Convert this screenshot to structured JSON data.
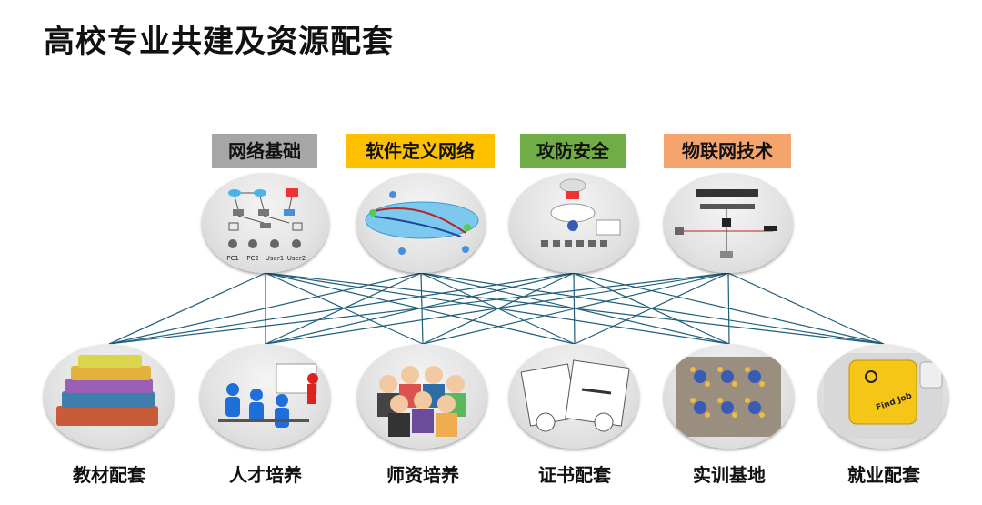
{
  "title": "高校专业共建及资源配套",
  "tech_modules": [
    {
      "label": "网络基础",
      "color": "#a6a6a6"
    },
    {
      "label": "软件定义网络",
      "color": "#ffc000"
    },
    {
      "label": "攻防安全",
      "color": "#70ad47"
    },
    {
      "label": "物联网技术",
      "color": "#f4a46c"
    }
  ],
  "diagram_text": {
    "pc1": "PC1",
    "pc2": "PC2",
    "user1": "User1",
    "user2": "User2",
    "find_job": "Find Job"
  },
  "resources": [
    {
      "label": "教材配套"
    },
    {
      "label": "人才培养"
    },
    {
      "label": "师资培养"
    },
    {
      "label": "证书配套"
    },
    {
      "label": "实训基地"
    },
    {
      "label": "就业配套"
    }
  ],
  "colors": {
    "connector": "#1f5f7a"
  }
}
